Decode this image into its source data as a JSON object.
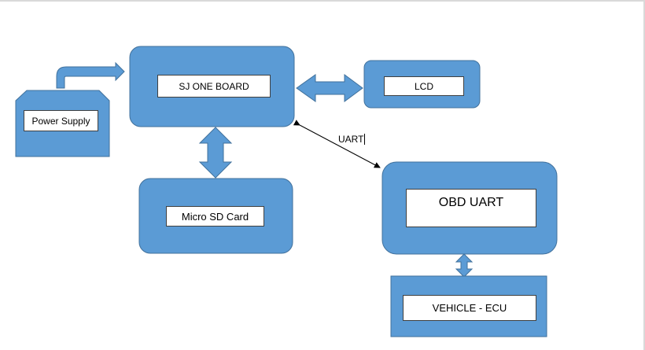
{
  "diagram": {
    "colors": {
      "fill": "#5b9bd5",
      "stroke": "#41719c",
      "label_border": "#404040",
      "connector": "#000000"
    },
    "nodes": {
      "power_supply": "Power Supply",
      "sj_one_board": "SJ ONE BOARD",
      "lcd": "LCD",
      "micro_sd": "Micro SD Card",
      "obd_uart": "OBD UART",
      "vehicle_ecu": "VEHICLE - ECU"
    },
    "edge_labels": {
      "uart": "UART"
    }
  }
}
